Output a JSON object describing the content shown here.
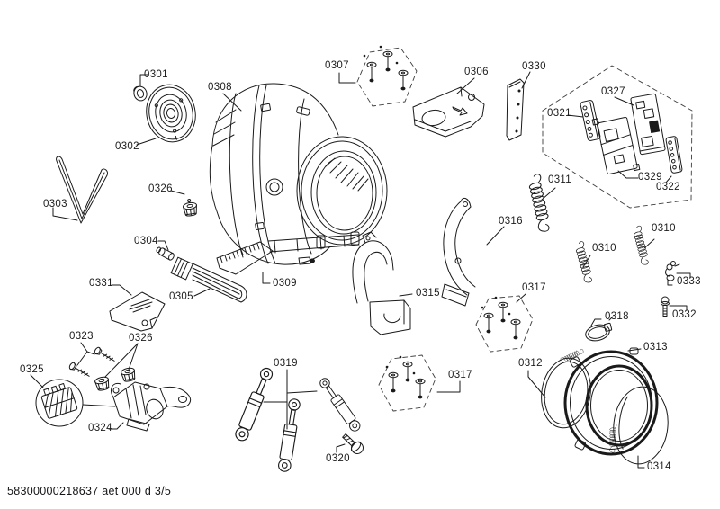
{
  "document": {
    "code": "58300000218637 aet 000 d 3/5",
    "page_indicator": "3/5"
  },
  "diagram": {
    "background_color": "#ffffff",
    "line_color": "#1a1a1a",
    "label_color": "#1c1c1c"
  },
  "labels": [
    "0301",
    "0302",
    "0303",
    "0304",
    "0305",
    "0306",
    "0307",
    "0308",
    "0309",
    "0310",
    "0310",
    "0311",
    "0312",
    "0313",
    "0314",
    "0315",
    "0316",
    "0317",
    "0317",
    "0318",
    "0319",
    "0320",
    "0321",
    "0322",
    "0323",
    "0324",
    "0325",
    "0326",
    "0326",
    "0327",
    "0329",
    "0330",
    "0331",
    "0332",
    "0333"
  ]
}
